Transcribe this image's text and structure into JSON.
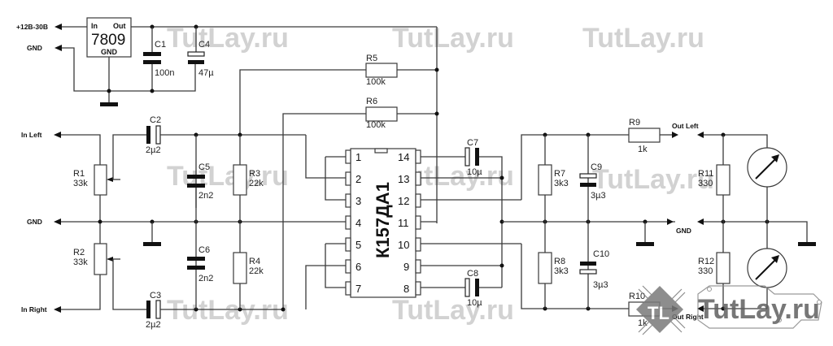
{
  "watermarks": [
    "TutLay.ru",
    "TutLay.ru",
    "TutLay.ru",
    "TutLay.ru",
    "TutLay.ru",
    "TutLay.ru",
    "TutLay.ru",
    "TutLay.ru"
  ],
  "logo": {
    "text": "TutLay.ru",
    "chip_text": "TL"
  },
  "terminals": {
    "power_in": "+12В-30В",
    "gnd_top": "GND",
    "in_left": "In Left",
    "gnd_left": "GND",
    "in_right": "In Right",
    "out_left": "Out Left",
    "gnd_right": "GND",
    "out_right": "Out Right"
  },
  "regulator": {
    "model": "7809",
    "pin_in": "In",
    "pin_out": "Out",
    "pin_gnd": "GND"
  },
  "ic": {
    "name": "К157ДА1",
    "pins_left": [
      "1",
      "2",
      "3",
      "4",
      "5",
      "6",
      "7"
    ],
    "pins_right": [
      "14",
      "13",
      "12",
      "11",
      "10",
      "9",
      "8"
    ]
  },
  "components": {
    "C1": {
      "ref": "C1",
      "value": "100n"
    },
    "C4": {
      "ref": "C4",
      "value": "47µ"
    },
    "R5": {
      "ref": "R5",
      "value": "100k"
    },
    "R6": {
      "ref": "R6",
      "value": "100k"
    },
    "C2": {
      "ref": "C2",
      "value": "2µ2"
    },
    "C3": {
      "ref": "C3",
      "value": "2µ2"
    },
    "R1": {
      "ref": "R1",
      "value": "33k"
    },
    "R2": {
      "ref": "R2",
      "value": "33k"
    },
    "C5": {
      "ref": "C5",
      "value": "2n2"
    },
    "C6": {
      "ref": "C6",
      "value": "2n2"
    },
    "R3": {
      "ref": "R3",
      "value": "22k"
    },
    "R4": {
      "ref": "R4",
      "value": "22k"
    },
    "C7": {
      "ref": "C7",
      "value": "10µ"
    },
    "C8": {
      "ref": "C8",
      "value": "10µ"
    },
    "R7": {
      "ref": "R7",
      "value": "3k3"
    },
    "R8": {
      "ref": "R8",
      "value": "3k3"
    },
    "C9": {
      "ref": "C9",
      "value": "3µ3"
    },
    "C10": {
      "ref": "C10",
      "value": "3µ3"
    },
    "R9": {
      "ref": "R9",
      "value": "1k"
    },
    "R10": {
      "ref": "R10",
      "value": "1k"
    },
    "R11": {
      "ref": "R11",
      "value": "330"
    },
    "R12": {
      "ref": "R12",
      "value": "330"
    }
  }
}
